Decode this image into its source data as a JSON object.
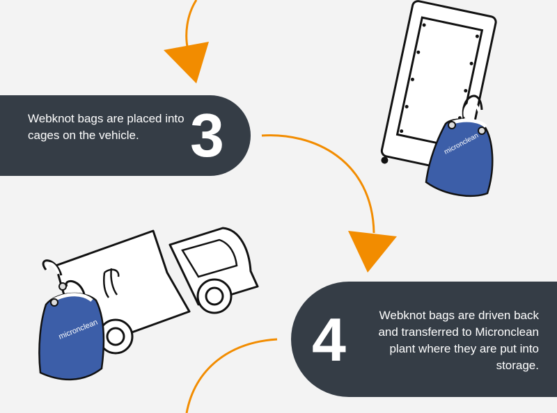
{
  "steps": [
    {
      "number": "3",
      "text": "Webknot bags are placed into cages on the vehicle."
    },
    {
      "number": "4",
      "text": "Webknot bags are driven back and transferred to Micronclean plant where they are put into storage."
    }
  ],
  "brand": {
    "bag_label": "micronclean"
  },
  "colors": {
    "panel": "#353d46",
    "arrow": "#f28c00",
    "bag": "#3c5ea8",
    "background": "#f3f3f3"
  }
}
